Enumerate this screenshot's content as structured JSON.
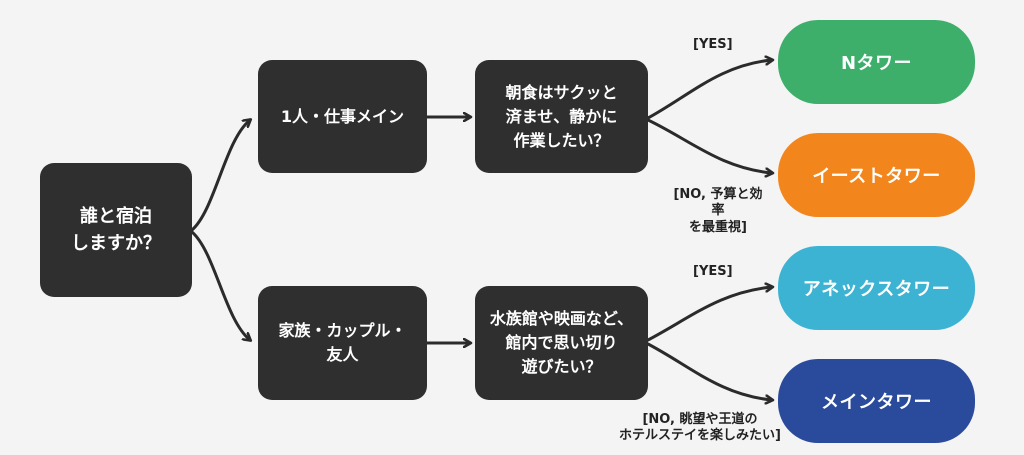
{
  "nodes": {
    "start": "誰と宿泊\nしますか？",
    "solo": "1人・仕事メイン",
    "family": "家族・カップル・\n友人",
    "q_solo": "朝食はサクッと\n済ませ、静かに\n作業したい？",
    "q_family": "水族館や映画など、\n館内で思い切り\n遊びたい？"
  },
  "results": {
    "n_tower": {
      "label": "Nタワー",
      "color": "#3daf6b"
    },
    "east_tower": {
      "label": "イーストタワー",
      "color": "#f2861d"
    },
    "annex_tower": {
      "label": "アネックスタワー",
      "color": "#3db3d4"
    },
    "main_tower": {
      "label": "メインタワー",
      "color": "#2a4a9c"
    }
  },
  "edge_labels": {
    "solo_yes": "[YES]",
    "solo_no": "[NO, 予算と効率\nを最重視]",
    "family_yes": "[YES]",
    "family_no": "[NO, 眺望や王道の\nホテルステイを楽しみたい]"
  }
}
